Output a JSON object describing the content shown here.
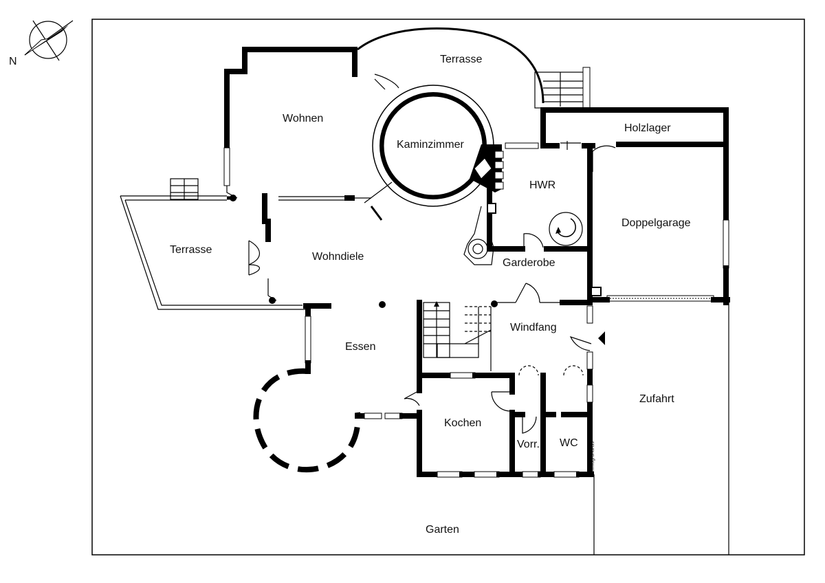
{
  "compass": {
    "north_label": "N"
  },
  "rooms": {
    "terrasse_top": "Terrasse",
    "wohnen": "Wohnen",
    "kaminzimmer": "Kaminzimmer",
    "holzlager": "Holzlager",
    "hwr": "HWR",
    "doppelgarage": "Doppelgarage",
    "terrasse_left": "Terrasse",
    "wohndiele": "Wohndiele",
    "garderobe": "Garderobe",
    "windfang": "Windfang",
    "essen": "Essen",
    "kochen": "Kochen",
    "vorr": "Vorr.",
    "wc": "WC",
    "zufahrt": "Zufahrt",
    "garten": "Garten"
  },
  "watermark": "immogrundriss"
}
